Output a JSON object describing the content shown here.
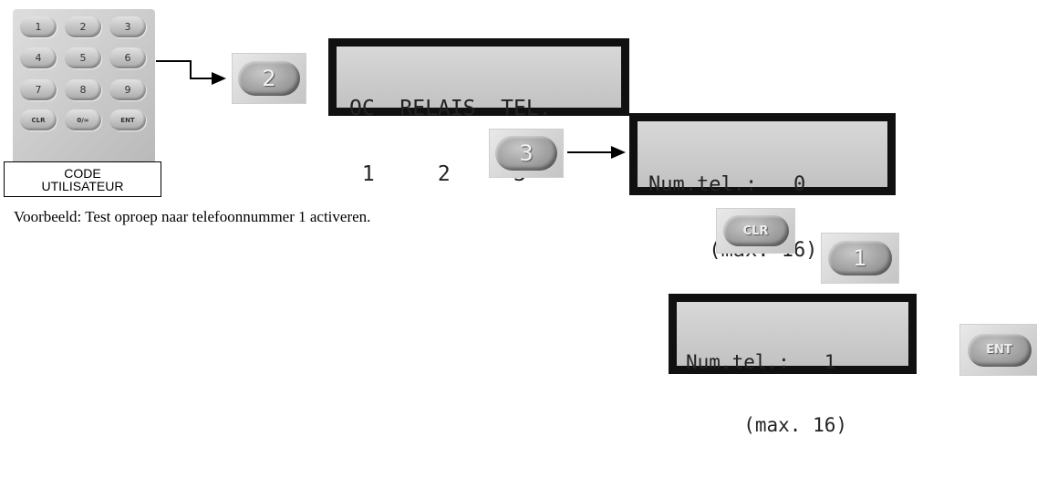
{
  "keypad": {
    "keys": [
      "1",
      "2",
      "3",
      "4",
      "5",
      "6",
      "7",
      "8",
      "9",
      "CLR",
      "0/∞",
      "ENT"
    ],
    "caption_line1": "CODE",
    "caption_line2": "UTILISATEUR"
  },
  "buttons": {
    "b2": "2",
    "b3": "3",
    "clr": "CLR",
    "b1": "1",
    "ent": "ENT"
  },
  "display_menu": {
    "line1": "OC  RELAIS  TEL.",
    "line2": " 1     2     3"
  },
  "display_tel0": {
    "line1": "Num.tel.:   0",
    "line2": "     (max. 16)"
  },
  "display_tel1": {
    "line1": "Num.tel.:   1",
    "line2": "     (max. 16)"
  },
  "caption": "Voorbeeld: Test oproep naar telefoonnummer 1 activeren."
}
